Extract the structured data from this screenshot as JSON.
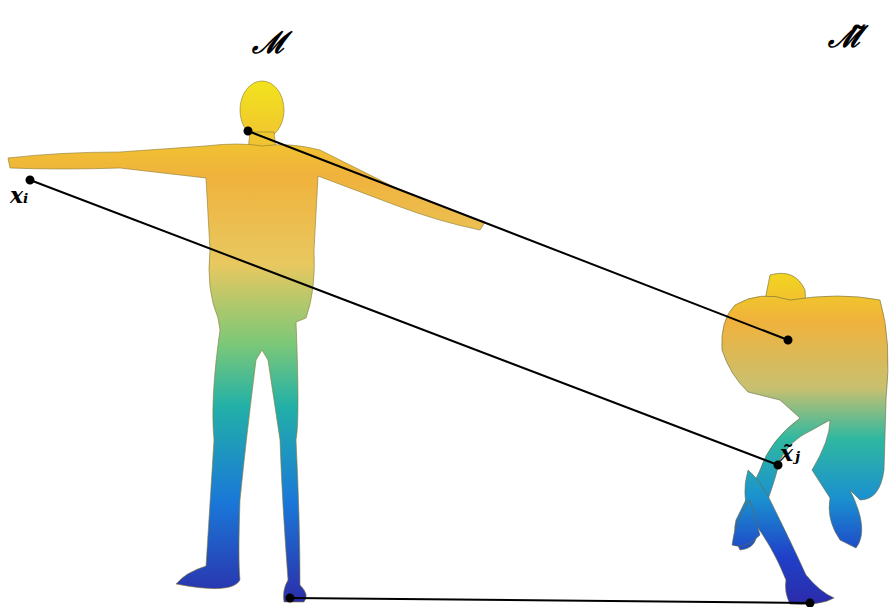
{
  "diagram": {
    "labels": [
      "ℳ",
      "ℳ̃",
      "xᵢ",
      "x̃ⱼ"
    ]
  }
}
